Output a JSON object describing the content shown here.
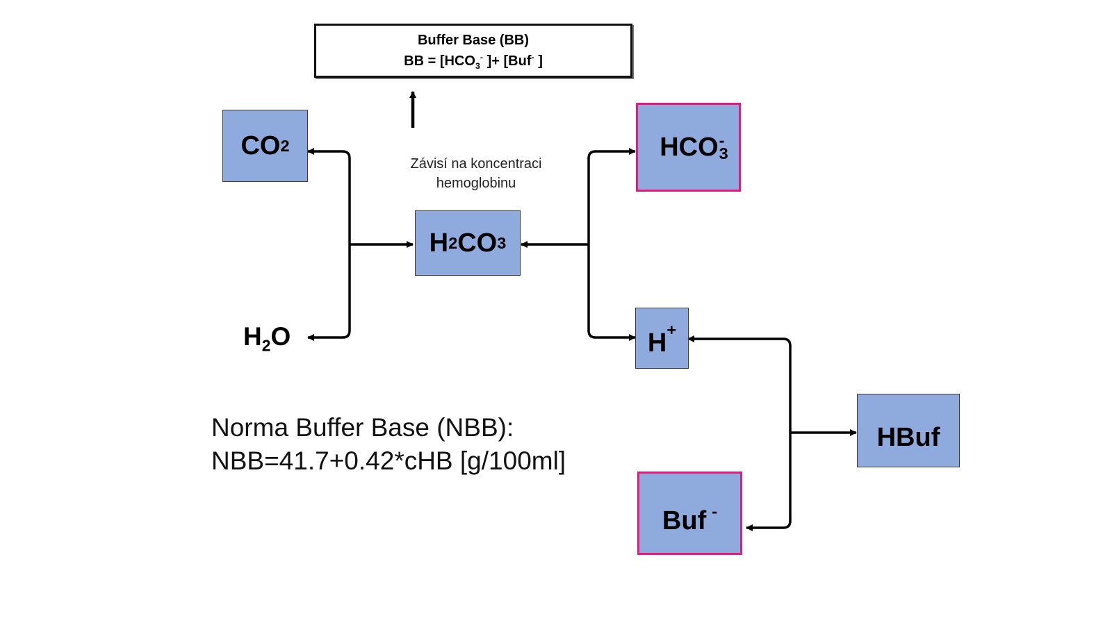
{
  "buffer_base": {
    "title": "Buffer Base (BB)",
    "formula_lhs": "BB",
    "formula_eq": "=",
    "open1": "[",
    "hco3_main": "HCO",
    "hco3_sub": "3",
    "hco3_sup": "-",
    "close1": "]",
    "plus": "+",
    "open2": "[",
    "buf_main": "Buf",
    "buf_sup": "-",
    "close2": "]"
  },
  "note": {
    "line1": "Závisí na koncentraci",
    "line2": "hemoglobinu"
  },
  "nodes": {
    "co2": {
      "main": "CO",
      "sub": "2"
    },
    "h2o": {
      "h": "H",
      "sub": "2",
      "o": "O"
    },
    "h2co3": {
      "h": "H",
      "sub1": "2",
      "co": "CO",
      "sub2": "3"
    },
    "hco3": {
      "main": "HCO",
      "sub": "3",
      "sup": "-"
    },
    "hplus": {
      "main": "H",
      "sup": "+"
    },
    "hbuf": {
      "main": "HBuf"
    },
    "buf": {
      "main": "Buf",
      "sup": "-"
    }
  },
  "nbb": {
    "line1": "Norma Buffer Base (NBB):",
    "line2": "NBB=41.7+0.42*cHB [g/100ml]"
  },
  "colors": {
    "box_fill": "#8faadc",
    "highlight_border": "#e6197a",
    "arrow": "#000000"
  }
}
